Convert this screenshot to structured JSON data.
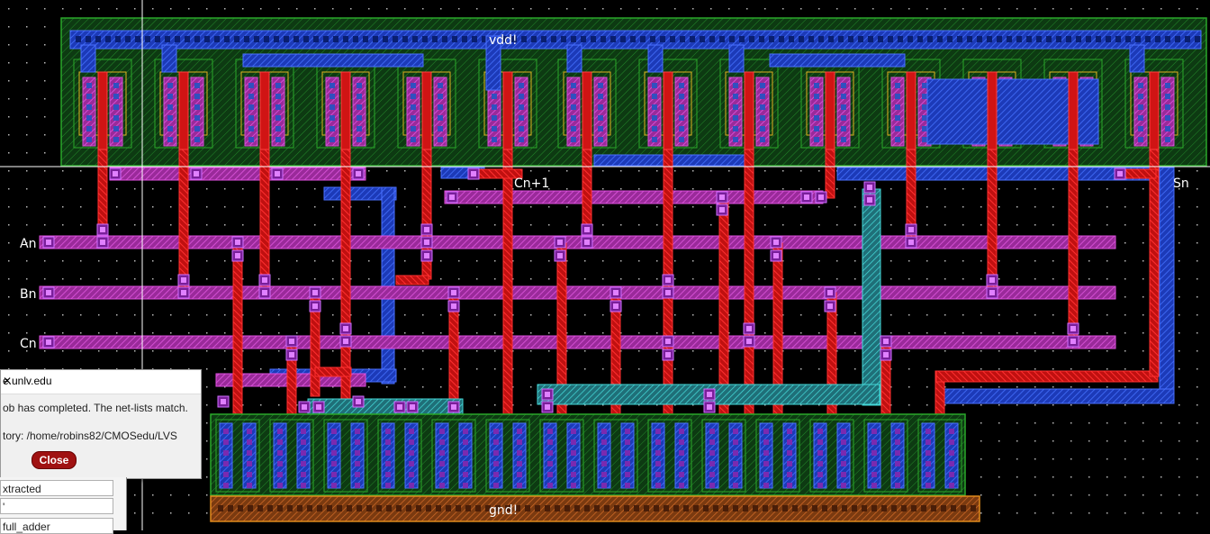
{
  "window": {
    "title": "Virtuoso Layout - full_adder (LVS result)"
  },
  "layout": {
    "net_labels": {
      "vdd": "vdd!",
      "gnd": "gnd!",
      "cout": "Cn+1",
      "sum": "Sn",
      "a": "An",
      "b": "Bn",
      "c": "Cn"
    },
    "colors": {
      "background": "#000000",
      "poly": "#e01818",
      "metal1": "#2646d6",
      "metal2": "#c832c8",
      "nwell": "#2aa82a",
      "active": "#3a8ee0",
      "contact": "#b050d0",
      "via": "#33c8c8",
      "pselect": "#e08a1c"
    }
  },
  "dialog": {
    "title": "e.unlv.edu",
    "message": "ob has completed. The net-lists match.",
    "directory": "tory: /home/robins82/CMOSedu/LVS",
    "close_label": "Close"
  },
  "side_panel": {
    "row1": "xtracted",
    "row2": "'",
    "row3": "full_adder"
  }
}
